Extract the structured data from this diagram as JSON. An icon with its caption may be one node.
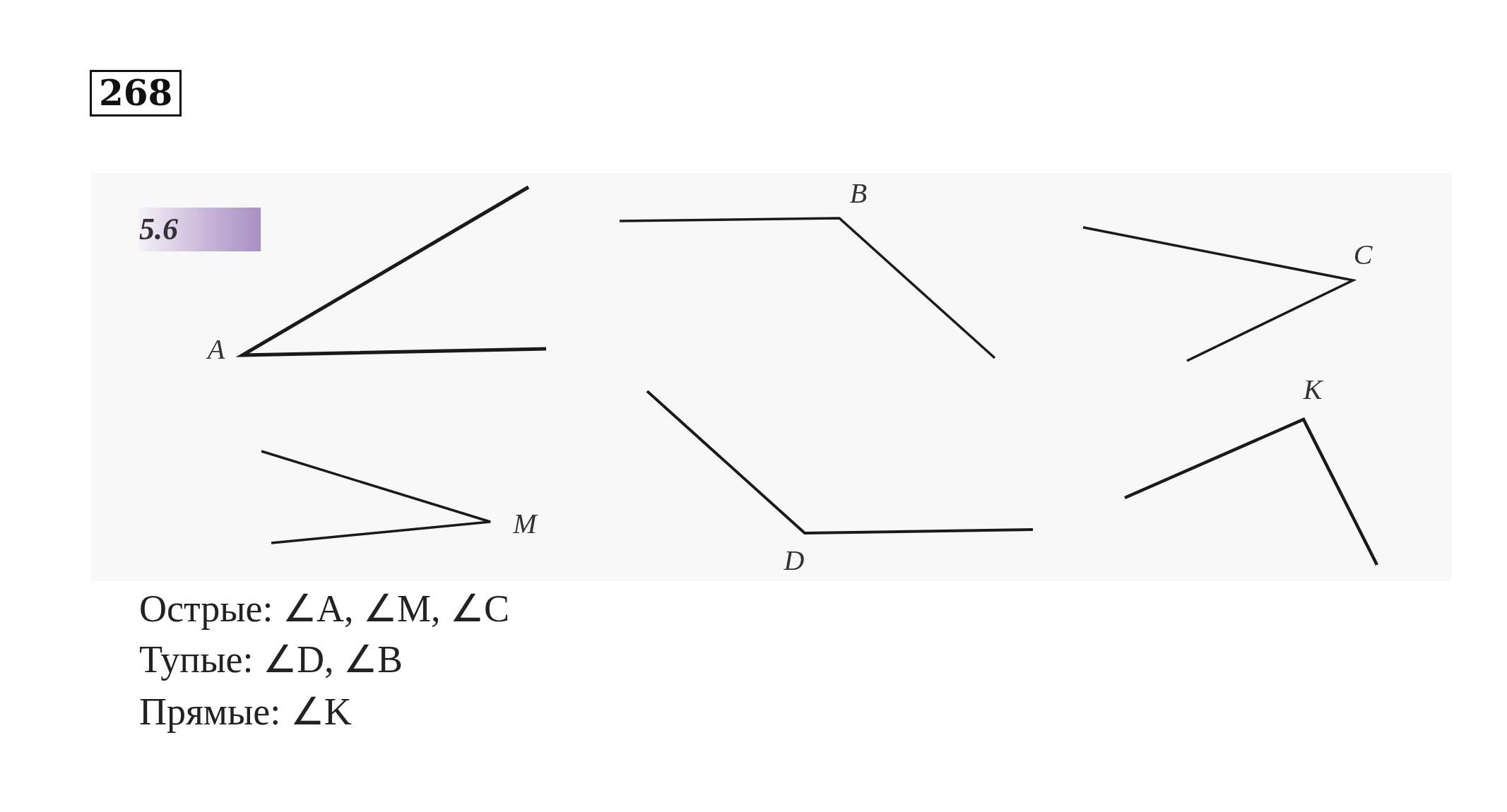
{
  "diagram": {
    "labels": [
      "268",
      "5.6",
      "B",
      "C",
      "A",
      "K",
      "M",
      "D",
      "Острые: ∠A, ∠M, ∠C",
      "Тупые: ∠D, ∠B",
      "Прямые: ∠K"
    ]
  }
}
